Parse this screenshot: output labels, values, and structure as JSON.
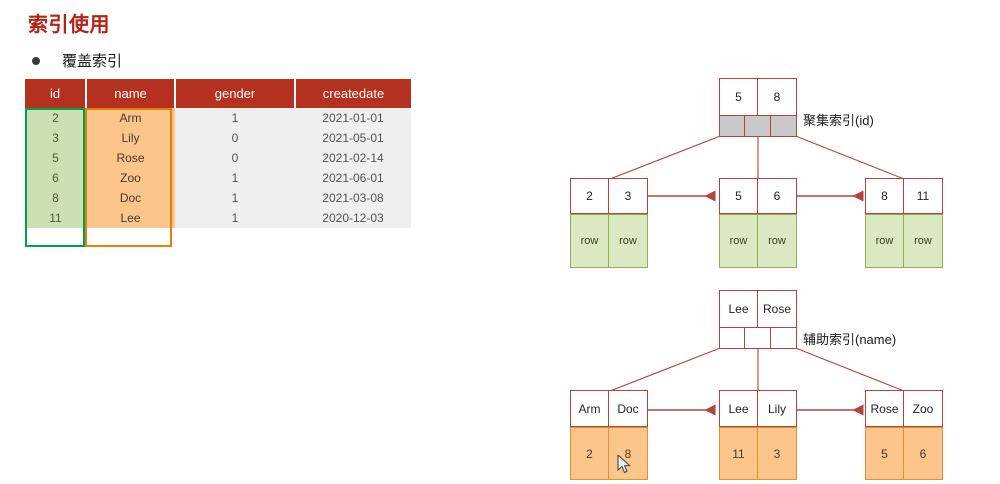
{
  "slide": {
    "title": "索引使用",
    "bullet": "覆盖索引"
  },
  "table": {
    "columns": [
      "id",
      "name",
      "gender",
      "createdate"
    ],
    "rows": [
      [
        "2",
        "Arm",
        "1",
        "2021-01-01"
      ],
      [
        "3",
        "Lily",
        "0",
        "2021-05-01"
      ],
      [
        "5",
        "Rose",
        "0",
        "2021-02-14"
      ],
      [
        "6",
        "Zoo",
        "1",
        "2021-06-01"
      ],
      [
        "8",
        "Doc",
        "1",
        "2021-03-08"
      ],
      [
        "11",
        "Lee",
        "1",
        "2020-12-03"
      ]
    ],
    "header_color": "#b5301f",
    "id_highlight_color": "#00a14b",
    "name_highlight_color": "#e2800a"
  },
  "clustered_index": {
    "label": "聚集索引(id)",
    "root_keys": [
      "5",
      "8"
    ],
    "leaves": [
      {
        "keys": [
          "2",
          "3"
        ],
        "values": [
          "row",
          "row"
        ]
      },
      {
        "keys": [
          "5",
          "6"
        ],
        "values": [
          "row",
          "row"
        ]
      },
      {
        "keys": [
          "8",
          "11"
        ],
        "values": [
          "row",
          "row"
        ]
      }
    ]
  },
  "secondary_index": {
    "label": "辅助索引(name)",
    "root_keys": [
      "Lee",
      "Rose"
    ],
    "leaves": [
      {
        "keys": [
          "Arm",
          "Doc"
        ],
        "values": [
          "2",
          "8"
        ]
      },
      {
        "keys": [
          "Lee",
          "Lily"
        ],
        "values": [
          "11",
          "3"
        ]
      },
      {
        "keys": [
          "Rose",
          "Zoo"
        ],
        "values": [
          "5",
          "6"
        ]
      }
    ]
  }
}
